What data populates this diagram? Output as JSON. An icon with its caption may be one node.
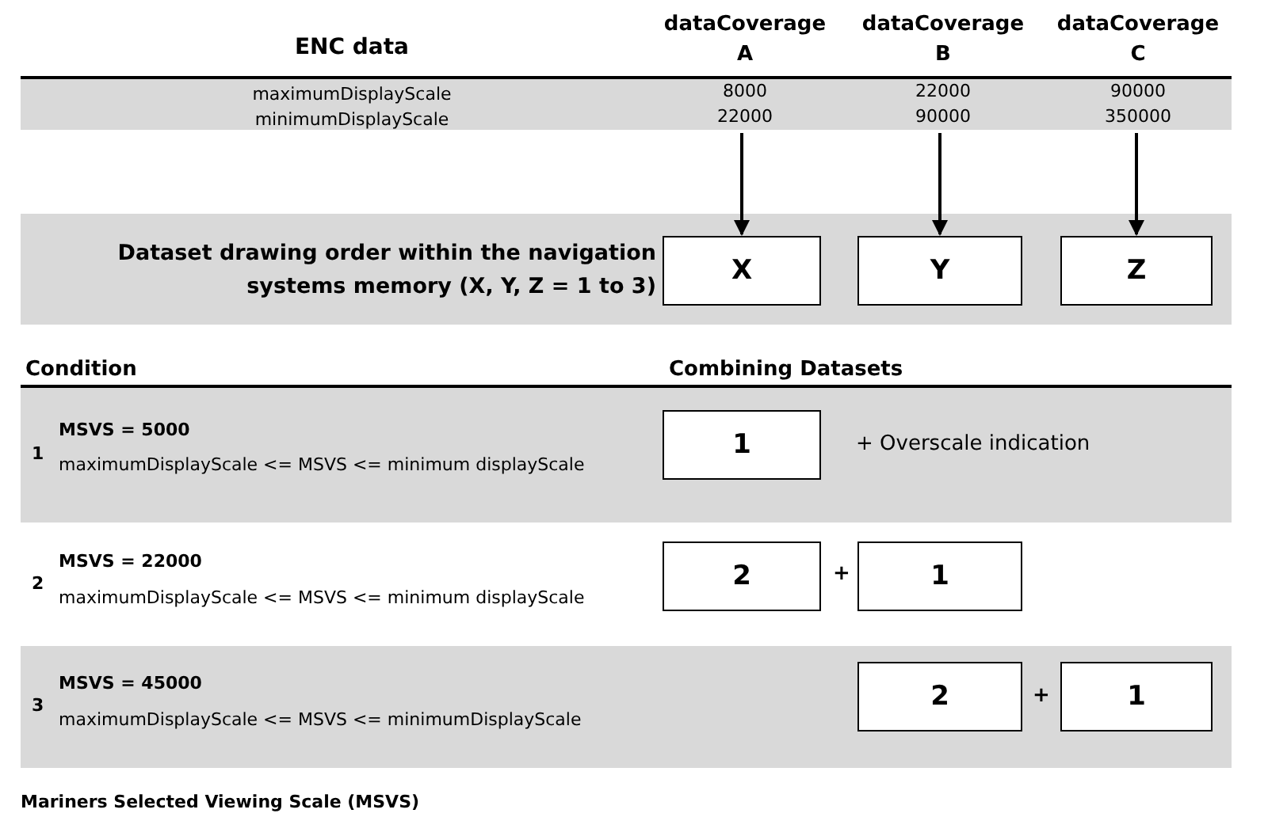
{
  "diagram": {
    "nodes": [
      {
        "text": [
          "dataCoverage A",
          "8000",
          "22000"
        ]
      },
      {
        "text": [
          "dataCoverage B",
          "22000",
          "90000"
        ]
      },
      {
        "text": [
          "dataCoverage C",
          "90000",
          "350000"
        ]
      },
      {
        "text": [
          "X"
        ]
      },
      {
        "text": [
          "Y"
        ]
      },
      {
        "text": [
          "Z"
        ]
      },
      {
        "text": [
          "1"
        ]
      },
      {
        "text": [
          "2"
        ]
      },
      {
        "text": [
          "1"
        ]
      },
      {
        "text": [
          "2"
        ]
      },
      {
        "text": [
          "1"
        ]
      }
    ],
    "edges": [
      {
        "from": 0,
        "to": 3,
        "arrow": "to"
      },
      {
        "from": 1,
        "to": 4,
        "arrow": "to"
      },
      {
        "from": 2,
        "to": 5,
        "arrow": "to"
      }
    ],
    "labels": [
      "ENC data",
      "maximumDisplayScale",
      "minimumDisplayScale",
      "Dataset drawing order within the navigation systems memory (X, Y, Z = 1 to 3)",
      "Condition",
      "Combining Datasets",
      "1",
      "MSVS = 5000",
      "maximumDisplayScale <= MSVS <= minimum displayScale",
      "+ Overscale indication",
      "2",
      "MSVS = 22000",
      "maximumDisplayScale <= MSVS <= minimum displayScale",
      "+",
      "3",
      "MSVS = 45000",
      "maximumDisplayScale <= MSVS <= minimumDisplayScale",
      "+",
      "Mariners Selected Viewing Scale (MSVS)"
    ]
  }
}
